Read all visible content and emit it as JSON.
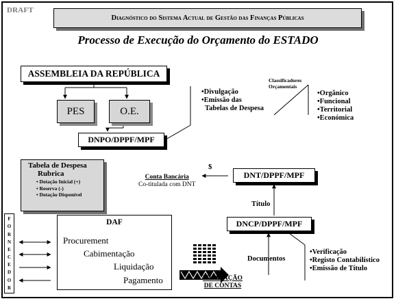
{
  "draft_label": "DRAFT",
  "header": {
    "title": "Diagnóstico do Sistema Actual de Gestão das Finanças Públicas"
  },
  "subtitle": "Processo de Execução do Orçamento do ESTADO",
  "nodes": {
    "assembleia": "ASSEMBLEIA DA REPÚBLICA",
    "pes": "PES",
    "oe": "O.E.",
    "dnpo": "DNPO/DPPF/MPF",
    "dnt": "DNT/DPPF/MPF",
    "dncp": "DNCP/DPPF/MPF",
    "daf": "DAF"
  },
  "divulgacao_list": [
    "•Divulgação",
    "•Emissão das",
    "  Tabelas de Despesa"
  ],
  "classificadores": {
    "label_line1": "Classificadores",
    "label_line2": "Orçamentais",
    "items": [
      "•Orgânico",
      "•Funcional",
      "•Territorial",
      "•Económica"
    ]
  },
  "tabela": {
    "title_line1": "Tabela de Despesa",
    "title_line2": "Rubrica",
    "items": [
      "• Dotação Inicial (+)",
      "• Reserva (-)",
      "• Dotação Disponível"
    ]
  },
  "conta": {
    "title": "Conta Bancária",
    "subtitle": "Co-titulada com DNT",
    "symbol": "$"
  },
  "edge_labels": {
    "titulo": "Título",
    "documentos": "Documentos"
  },
  "fornecedor_letters": [
    "F",
    "O",
    "R",
    "N",
    "E",
    "C",
    "E",
    "D",
    "O",
    "R"
  ],
  "daf_items": [
    "Procurement",
    "Cabimentação",
    "Liquidação",
    "Pagamento"
  ],
  "prestacao": {
    "line1": "PRESTAÇÃO",
    "line2": "DE CONTAS"
  },
  "verificacao_list": [
    "•Verificação",
    "•Registo Contabilístico",
    "•Emissão de Título"
  ]
}
